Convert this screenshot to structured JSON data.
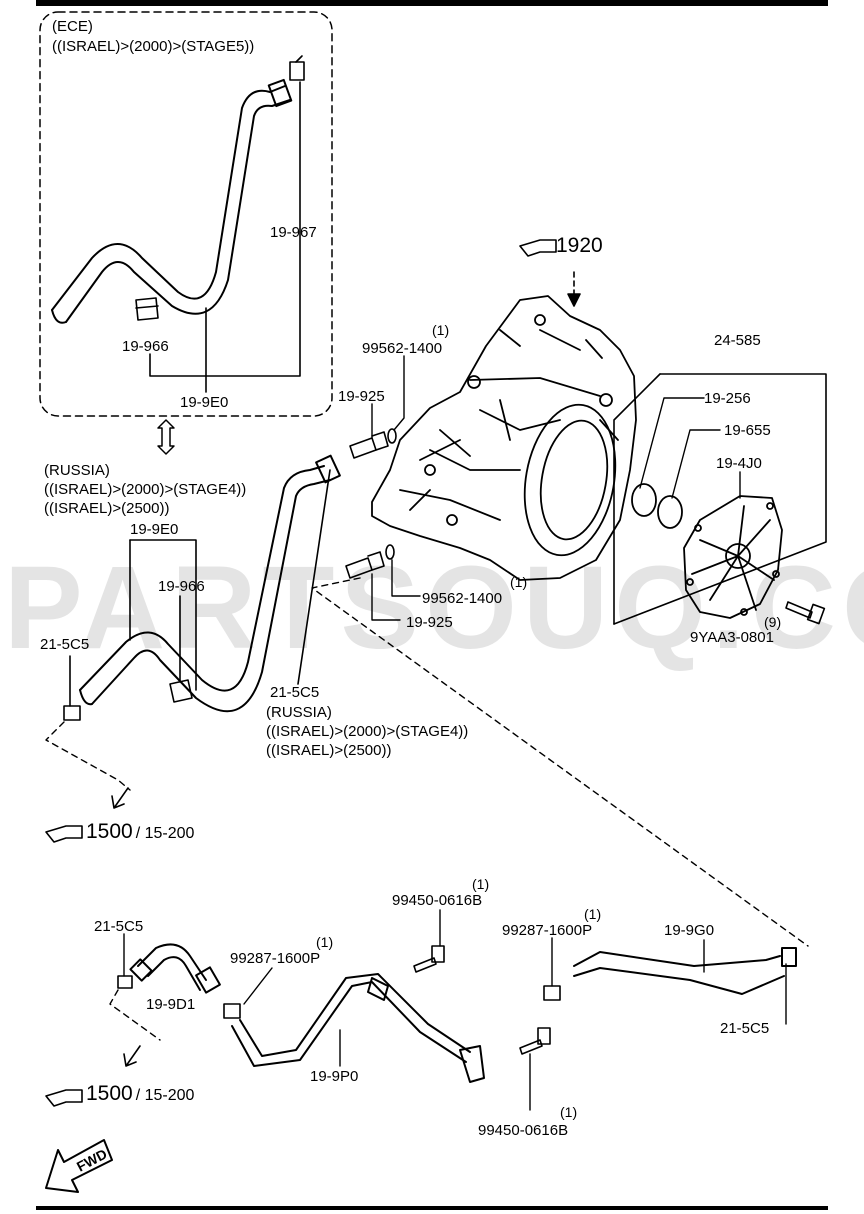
{
  "top_group": {
    "condition_1": "(ECE)",
    "condition_2": "((ISRAEL)>(2000)>(STAGE5))",
    "part_hose": "19-9E0",
    "part_clip_a": "19-967",
    "part_clip_b": "19-966"
  },
  "left_group": {
    "condition_1": "(RUSSIA)",
    "condition_2": "((ISRAEL)>(2000)>(STAGE4))",
    "condition_3": "((ISRAEL)>(2500))",
    "part_hose": "19-9E0",
    "part_clip": "19-966",
    "part_clamp": "21-5C5",
    "part_clamp_2": "21-5C5",
    "cond2_1": "(RUSSIA)",
    "cond2_2": "((ISRAEL)>(2000)>(STAGE4))",
    "cond2_3": "((ISRAEL)>(2500))"
  },
  "transaxle": {
    "ref_number": "1920",
    "plug_upper": "99562-1400",
    "plug_upper_qty": "(1)",
    "fitting_upper": "19-925",
    "plug_lower": "99562-1400",
    "plug_lower_qty": "(1)",
    "fitting_lower": "19-925"
  },
  "cover_group": {
    "assembly": "24-585",
    "oring_1": "19-256",
    "oring_2": "19-655",
    "cover": "19-4J0",
    "bolt": "9YAA3-0801",
    "bolt_qty": "(9)"
  },
  "ref_1": {
    "number": "1500",
    "sub": "/ 15-200"
  },
  "ref_2": {
    "number": "1500",
    "sub": "/ 15-200"
  },
  "bottom_group": {
    "clamp_left": "21-5C5",
    "hose_left": "19-9D1",
    "clamp_clip_1": "99287-1600P",
    "clamp_clip_1_qty": "(1)",
    "bolt_1": "99450-0616B",
    "bolt_1_qty": "(1)",
    "clamp_clip_2": "99287-1600P",
    "clamp_clip_2_qty": "(1)",
    "hose_right": "19-9G0",
    "clamp_right": "21-5C5",
    "pipe": "19-9P0",
    "bolt_2": "99450-0616B",
    "bolt_2_qty": "(1)"
  },
  "fwd_label": "FWD",
  "watermark": "PARTSOUQ.COM"
}
